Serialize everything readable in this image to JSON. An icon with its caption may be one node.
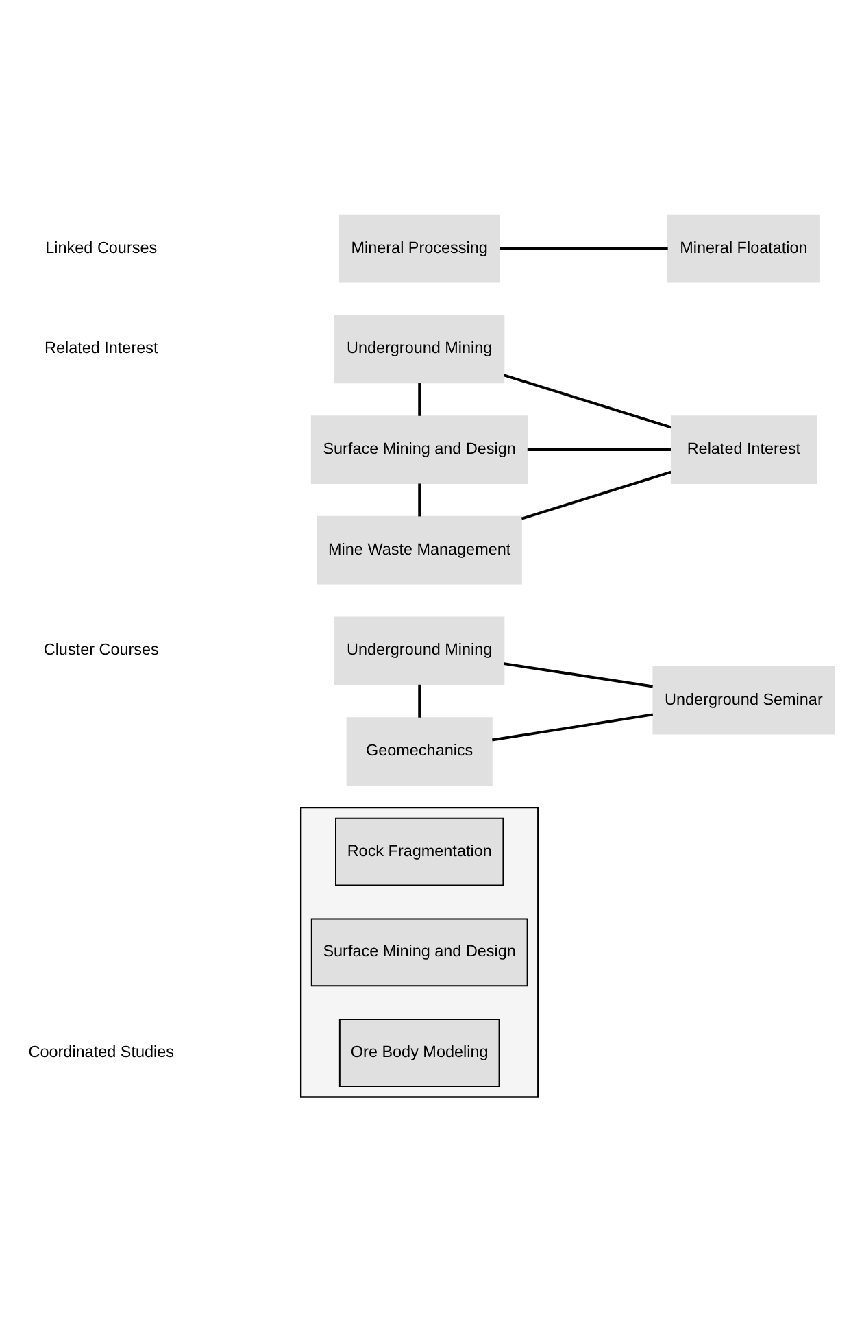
{
  "diagram": {
    "nodes": [
      {
        "text": [
          "Mineral Processing"
        ]
      },
      {
        "text": [
          "Mineral Floatation"
        ]
      },
      {
        "text": [
          "Underground Mining"
        ]
      },
      {
        "text": [
          "Surface Mining and Design"
        ]
      },
      {
        "text": [
          "Mine Waste Management"
        ]
      },
      {
        "text": [
          "Related Interest"
        ]
      },
      {
        "text": [
          "Underground Mining"
        ]
      },
      {
        "text": [
          "Geomechanics"
        ]
      },
      {
        "text": [
          "Underground Seminar"
        ]
      },
      {
        "text": [],
        "shape": "box"
      },
      {
        "text": [
          "Ore Body Modeling"
        ],
        "in": 9
      },
      {
        "text": [
          "Surface Mining and Design"
        ],
        "in": 9
      },
      {
        "text": [
          "Rock Fragmentation"
        ],
        "in": 9
      }
    ],
    "edges": [
      {
        "from": 0,
        "to": 1,
        "arrow": "none"
      },
      {
        "from": 2,
        "to": 3,
        "arrow": "none"
      },
      {
        "from": 3,
        "to": 4,
        "arrow": "none"
      },
      {
        "from": 2,
        "to": 5,
        "arrow": "none"
      },
      {
        "from": 3,
        "to": 5,
        "arrow": "none"
      },
      {
        "from": 4,
        "to": 5,
        "arrow": "none"
      },
      {
        "from": 6,
        "to": 7,
        "arrow": "none"
      },
      {
        "from": 6,
        "to": 8,
        "arrow": "none"
      },
      {
        "from": 7,
        "to": 8,
        "arrow": "none"
      }
    ],
    "labels": [
      "Linked Courses",
      "Related Interest",
      "Cluster Courses",
      "Coordinated Studies"
    ]
  }
}
